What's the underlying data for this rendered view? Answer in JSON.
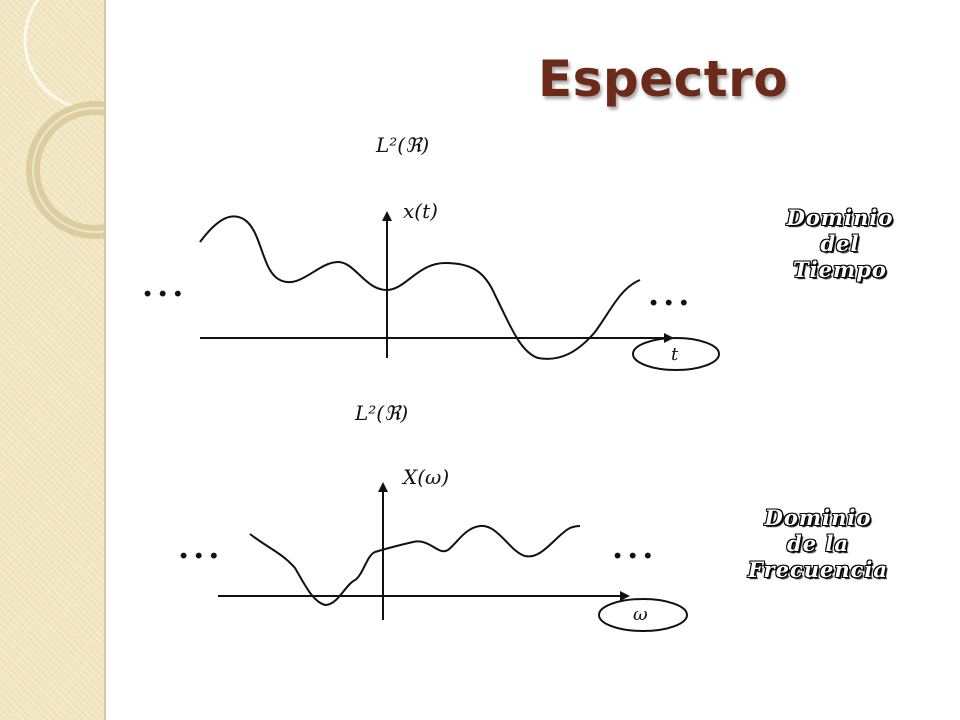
{
  "title": "Espectro",
  "time_domain": {
    "space_label": "L²(ℜ)",
    "function_label": "x(t)",
    "axis_label": "t",
    "ellipsis_left": "...",
    "ellipsis_right": "...",
    "caption_lines": [
      "Dominio",
      "del",
      "Tiempo"
    ]
  },
  "frequency_domain": {
    "space_label": "L²(ℜ)",
    "function_label": "X(ω)",
    "axis_label": "ω",
    "ellipsis_left": "...",
    "ellipsis_right": "...",
    "caption_lines": [
      "Dominio",
      "de la",
      "Frecuencia"
    ]
  },
  "colors": {
    "title": "#6b2a1a",
    "panel": "#f1e6bf",
    "ink": "#111111"
  }
}
